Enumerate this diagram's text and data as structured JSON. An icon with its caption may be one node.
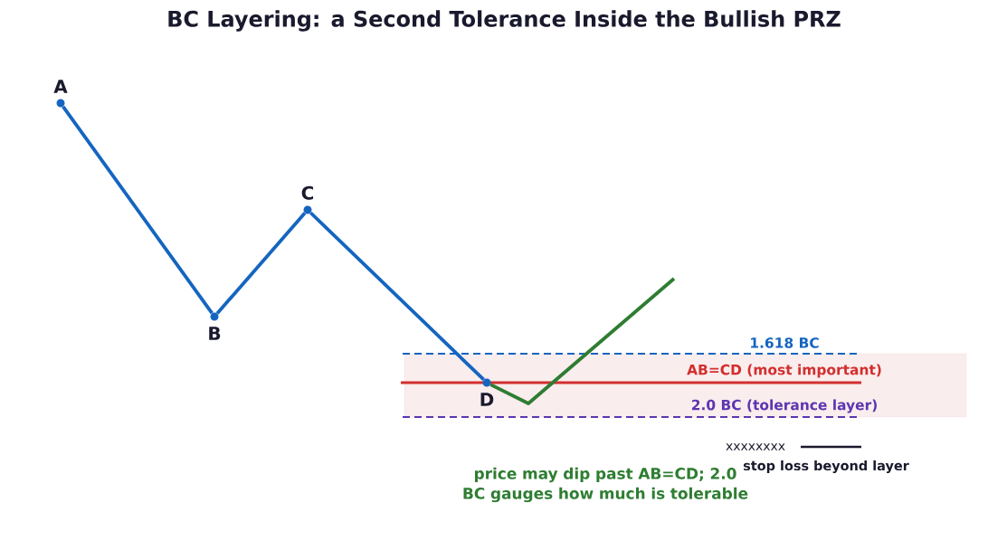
{
  "diagram": {
    "title": "BC Layering: a Second Tolerance Inside the Bullish PRZ",
    "nodes": [
      {
        "text": [
          "A"
        ]
      },
      {
        "text": [
          "B"
        ]
      },
      {
        "text": [
          "C"
        ]
      },
      {
        "text": [
          "D"
        ]
      }
    ],
    "edges": [
      {
        "from": 0,
        "to": 1,
        "arrow": "none"
      },
      {
        "from": 1,
        "to": 2,
        "arrow": "none"
      },
      {
        "from": 2,
        "to": 3,
        "arrow": "none"
      },
      {
        "from": 3,
        "to": null,
        "arrow": "none",
        "color": "#2e7d32"
      }
    ],
    "labels": [
      "1.618 BC",
      "AB=CD (most important)",
      "2.0 BC (tolerance layer)",
      "xxxxxxxx",
      "stop loss beyond layer",
      "price may dip past AB=CD; 2.0 BC gauges how much is tolerable"
    ]
  }
}
